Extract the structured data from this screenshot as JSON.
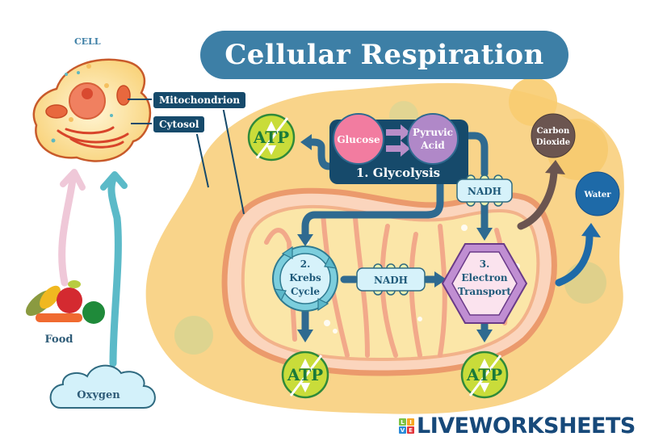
{
  "title": "Cellular Respiration",
  "cell": {
    "label": "CELL",
    "tags": [
      "Mitochondrion",
      "Cytosol"
    ]
  },
  "inputs": {
    "food": "Food",
    "oxygen": "Oxygen"
  },
  "glycolysis": {
    "label": "1. Glycolysis",
    "glucose": "Glucose",
    "pyruvic_acid": [
      "Pyruvic",
      "Acid"
    ]
  },
  "krebs": {
    "lines": [
      "2.",
      "Krebs",
      "Cycle"
    ]
  },
  "electron_transport": {
    "lines": [
      "3.",
      "Electron",
      "Transport"
    ]
  },
  "carriers": {
    "nadh_top": "NADH",
    "nadh_middle": "NADH"
  },
  "products": {
    "atp": "ATP",
    "carbon_dioxide": [
      "Carbon",
      "Dioxide"
    ],
    "water": "Water"
  },
  "colors": {
    "title_bg": "#3d7fa6",
    "arrow": "#2f6a90",
    "glucose": "#f07a9a",
    "pyruvic": "#b088c8",
    "atp_fill": "#c9dc3a",
    "atp_ring": "#2f8a3a",
    "co2": "#6b5550",
    "water": "#1e6aa8",
    "cytosol": "#fbd98a",
    "mito_outer": "#f0a070",
    "mito_inner": "#fbd3b8"
  },
  "watermark": {
    "grid": [
      "L",
      "I",
      "V",
      "E"
    ],
    "word": "LIVEWORKSHEETS"
  }
}
